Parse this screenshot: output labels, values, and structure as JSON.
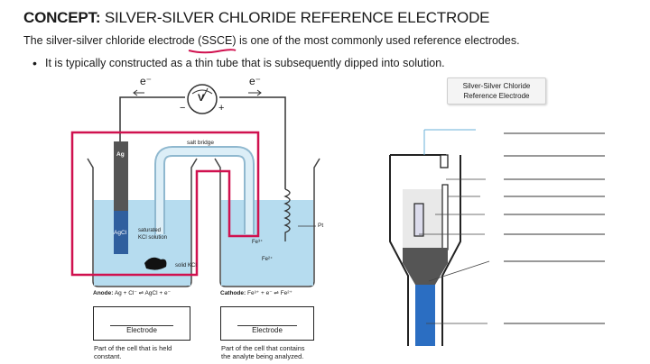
{
  "header": {
    "concept_prefix": "CONCEPT:",
    "concept_title": "SILVER-SILVER CHLORIDE REFERENCE ELECTRODE",
    "intro_before": "The silver-silver chloride electrode ",
    "intro_abbr": "(SSCE)",
    "intro_after": " is one of the most commonly used reference electrodes.",
    "bullet_text": "It is typically constructed as a thin tube that is subsequently dipped into solution."
  },
  "cell_diagram": {
    "electron_left": "e⁻",
    "electron_right": "e⁻",
    "voltmeter_label": "V",
    "minus_sign": "−",
    "plus_sign": "+",
    "salt_bridge_label": "salt bridge",
    "ag_label": "Ag",
    "agcl_label": "AgCl",
    "kcl_solution_label_1": "saturated",
    "kcl_solution_label_2": "KCl solution",
    "solid_kcl_label": "solid KCl",
    "pt_label": "Pt",
    "fe3_label": "Fe³⁺",
    "fe2_label": "Fe²⁺",
    "anode_label": "Anode:",
    "anode_reaction": "Ag + Cl⁻ ⇌ AgCl + e⁻",
    "cathode_label": "Cathode:",
    "cathode_reaction": "Fe³⁺ + e⁻ ⇌ Fe²⁺",
    "left_box_label": "Electrode",
    "right_box_label": "Electrode",
    "left_note_1": "Part of the cell that is held",
    "left_note_2": "constant.",
    "right_note_1": "Part of the cell that contains",
    "right_note_2": "the analyte being analyzed."
  },
  "electrode_diagram": {
    "legend_line_1": "Silver-Silver Chloride",
    "legend_line_2": "Reference Electrode"
  },
  "colors": {
    "red_outline": "#d0114f",
    "solution_blue": "#b6dcef",
    "electrode_grey": "#555555",
    "agcl_blue": "#2f5f9e"
  }
}
